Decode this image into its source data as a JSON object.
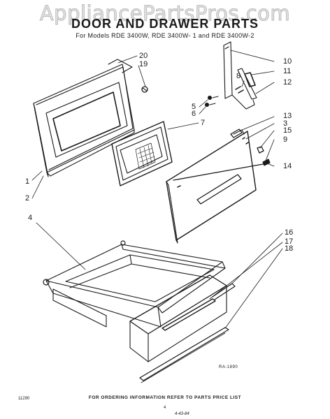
{
  "watermark": "AppliancePartsPros.com",
  "title": "DOOR AND DRAWER PARTS",
  "subtitle": "For Models RDE 3400W, RDE 3400W- 1 and RDE 3400W-2",
  "callouts": [
    "20",
    "19",
    "10",
    "11",
    "8",
    "12",
    "5",
    "6",
    "7",
    "13",
    "3",
    "15",
    "9",
    "14",
    "1",
    "2",
    "4",
    "16",
    "17",
    "18"
  ],
  "diagram_code": "RA-1890",
  "footer_note": "FOR ORDERING INFORMATION REFER TO PARTS PRICE LIST",
  "left_code": "11290",
  "page_number": "4",
  "handwritten_mark": "4-43-84"
}
